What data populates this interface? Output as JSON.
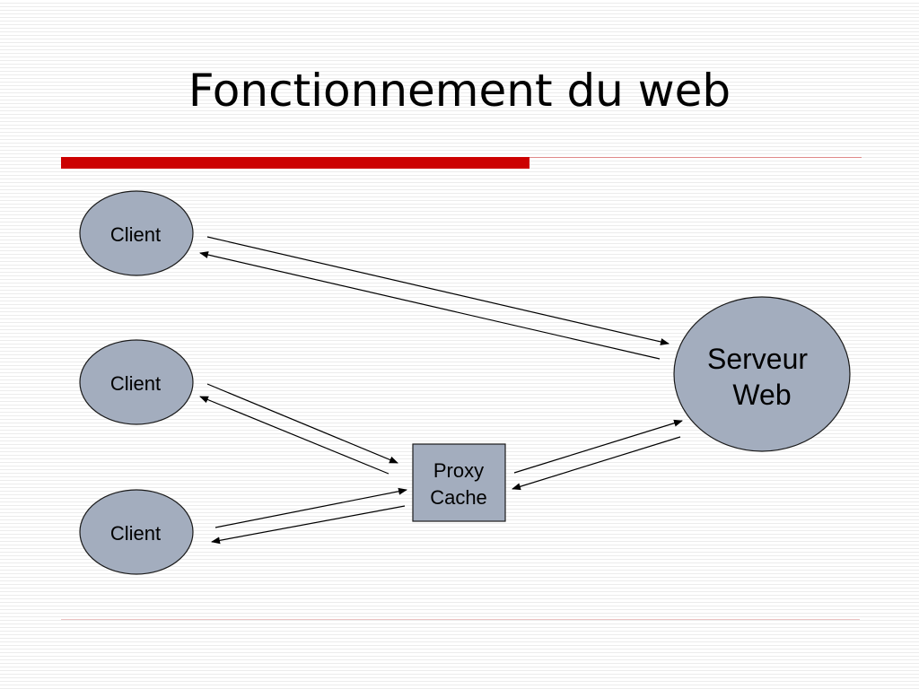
{
  "slide": {
    "title": "Fonctionnement du web",
    "accent_color": "#cc0000"
  },
  "nodes": {
    "clients": [
      "Client",
      "Client",
      "Client"
    ],
    "server": [
      "Serveur",
      "Web"
    ],
    "proxy": [
      "Proxy",
      "Cache"
    ]
  },
  "colors": {
    "node_fill": "#a3adbe",
    "node_stroke": "#1a1a1a",
    "arrow": "#000000"
  }
}
